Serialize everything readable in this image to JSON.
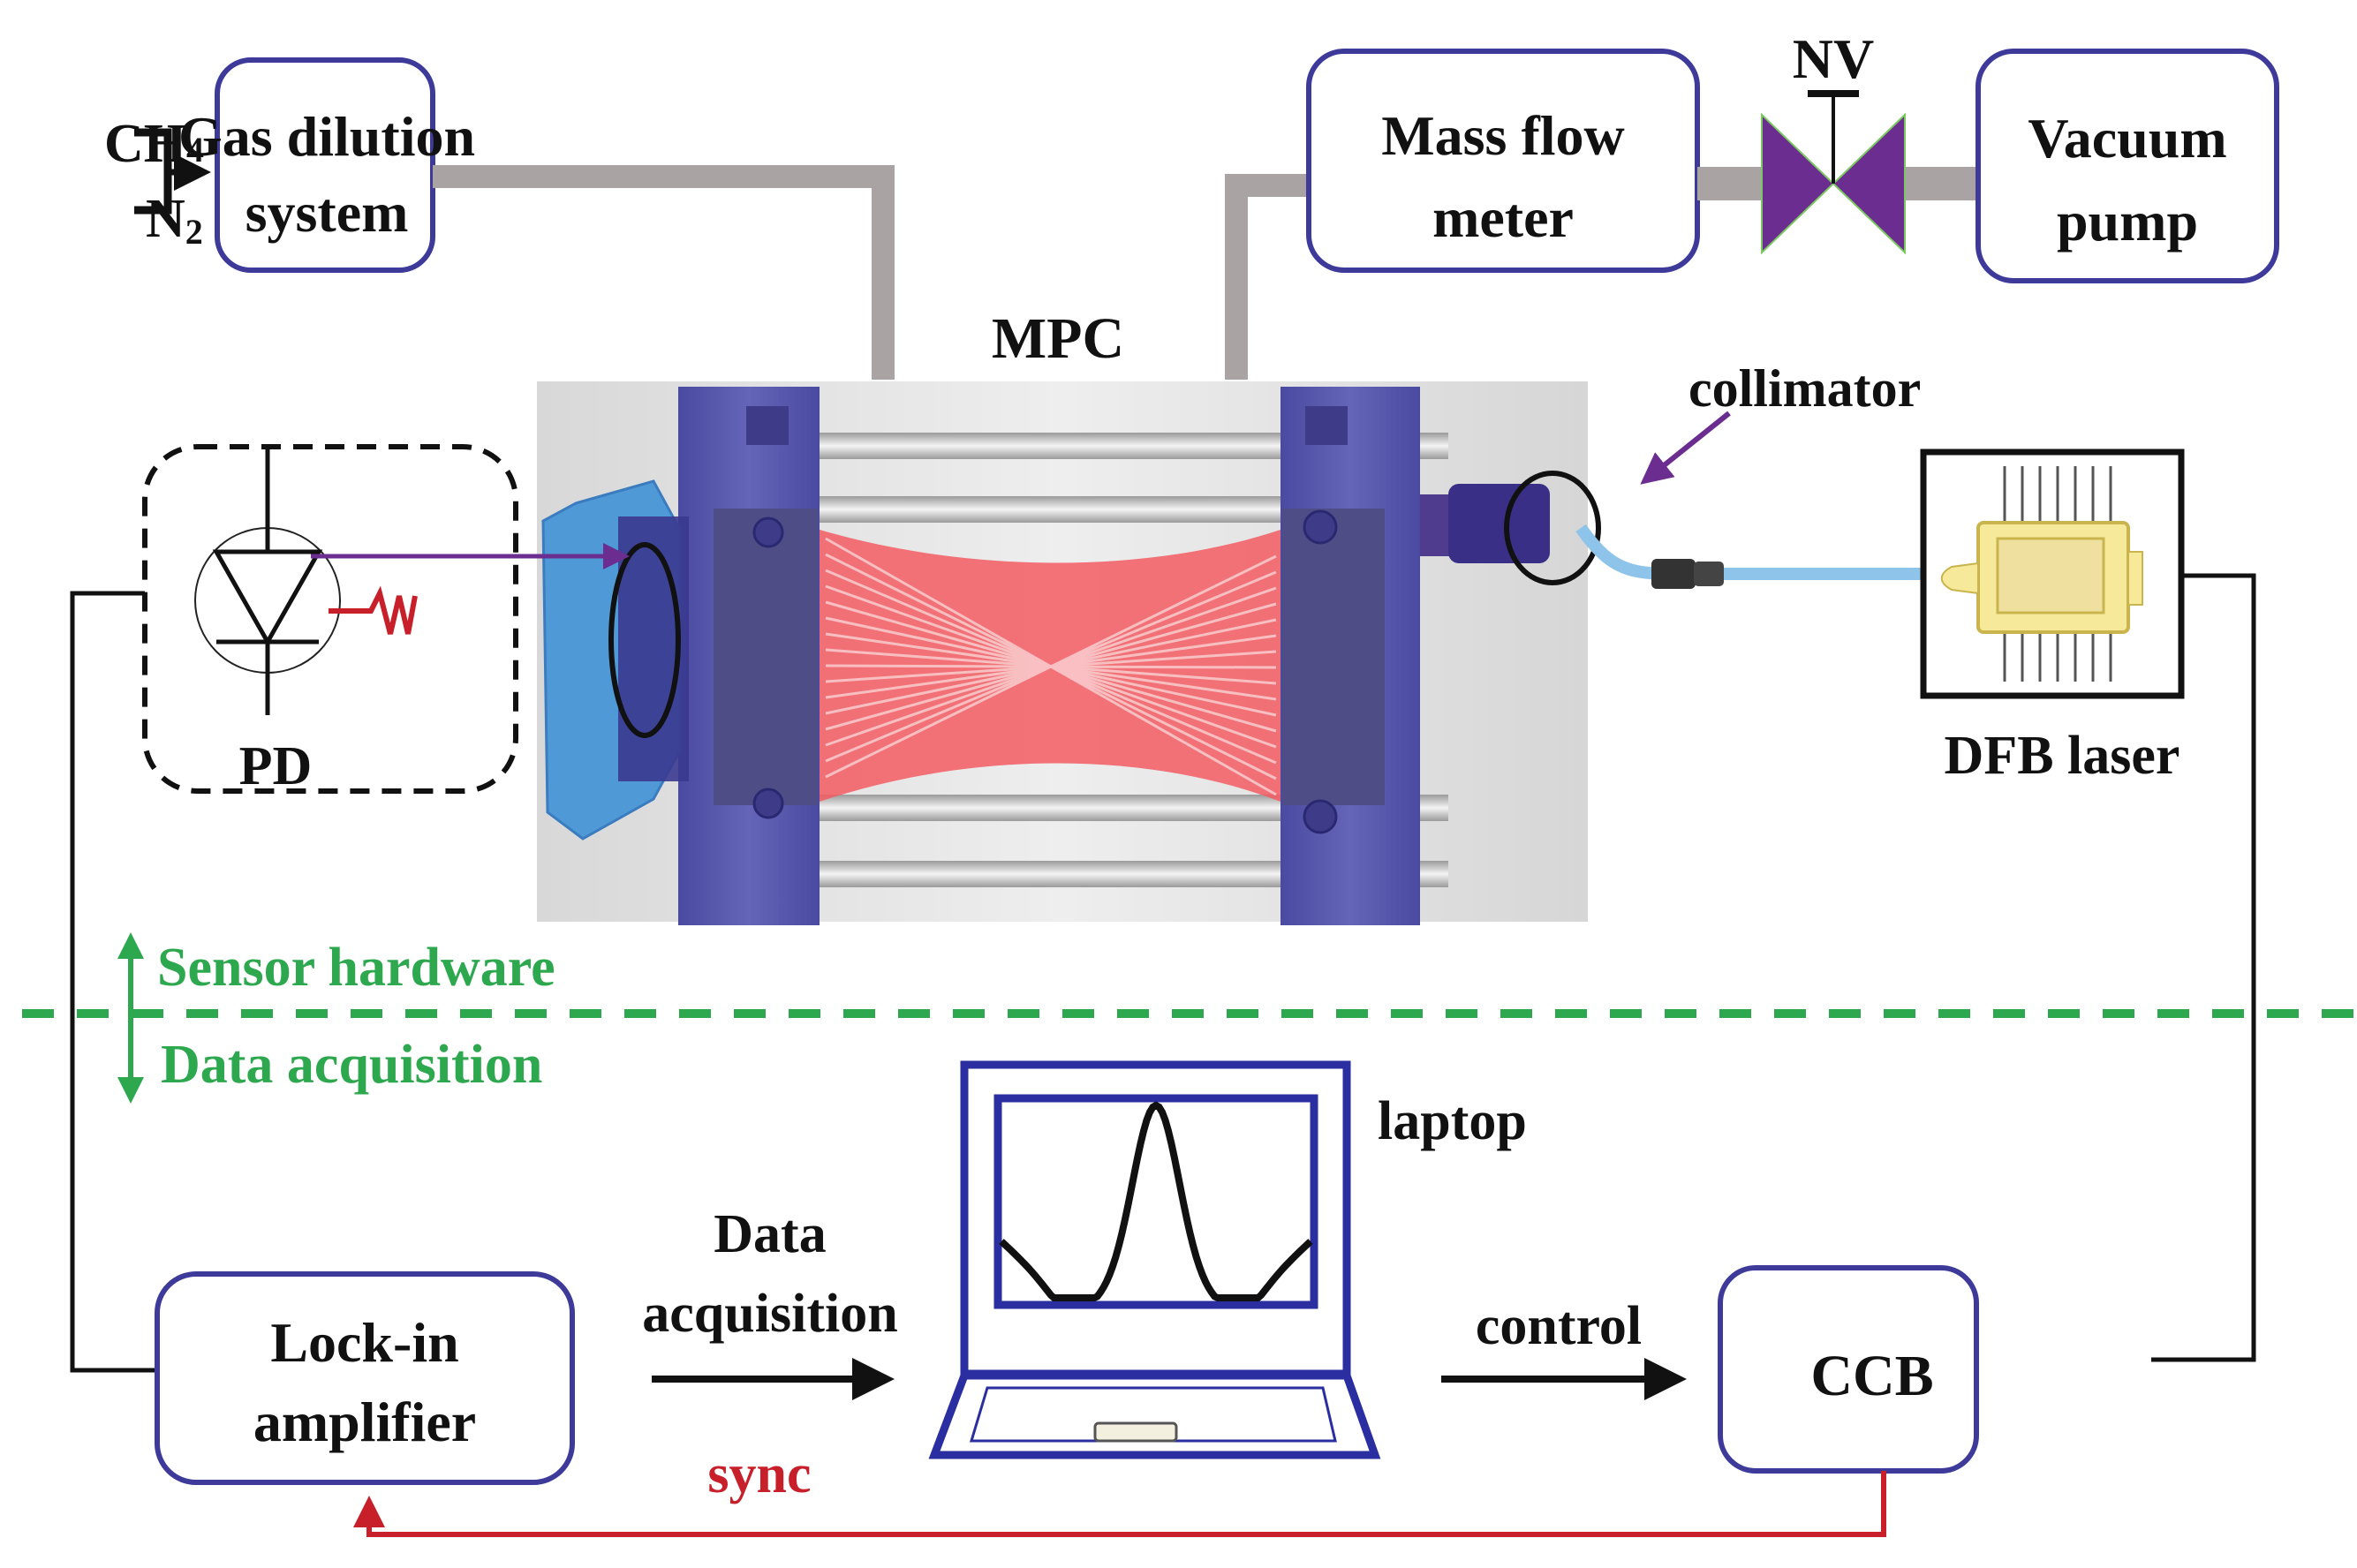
{
  "colors": {
    "box_border": "#3d3a9a",
    "pipe": "#a9a3a3",
    "valve": "#6b2d8f",
    "mpc_flange": "#5a5aa8",
    "mpc_bg": "#dcdcdc",
    "laser_beams": "#ef2b33",
    "fiber": "#8ec3ea",
    "divider": "#2ea84f",
    "sync_line": "#c8202a",
    "laptop": "#2a2ea0",
    "collimator_arrow": "#6b2d8f"
  },
  "gas_inputs": {
    "ch4_label": "CH",
    "ch4_sub": "4",
    "n2_label": "N",
    "n2_sub": "2"
  },
  "boxes": {
    "gas_dilution": [
      "Gas dilution",
      "system"
    ],
    "mass_flow": [
      "Mass flow",
      "meter"
    ],
    "vacuum_pump": [
      "Vacuum",
      "pump"
    ],
    "lock_in": [
      "Lock-in",
      "amplifier"
    ],
    "ccb": "CCB"
  },
  "labels": {
    "nv": "NV",
    "mpc": "MPC",
    "collimator": "collimator",
    "dfb_laser": "DFB laser",
    "pd": "PD",
    "laptop": "laptop",
    "data_acq_arrow": [
      "Data",
      "acquisition"
    ],
    "control": "control",
    "sync": "sync"
  },
  "sections": {
    "upper": "Sensor hardware",
    "lower": "Data acquisition"
  }
}
